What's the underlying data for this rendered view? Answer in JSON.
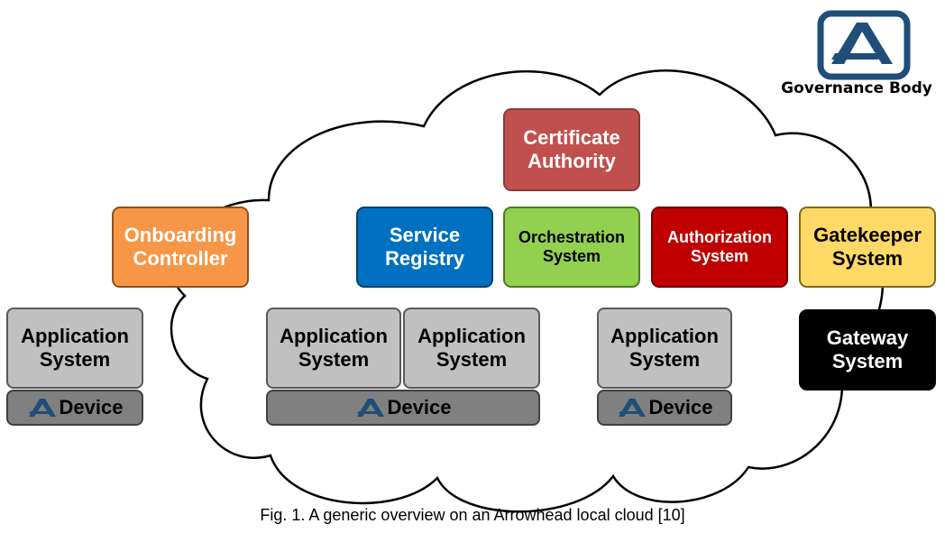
{
  "governance": {
    "label": "Governance Body"
  },
  "boxes": {
    "certificate_authority": "Certificate\nAuthority",
    "service_registry": "Service\nRegistry",
    "orchestration_system": "Orchestration\nSystem",
    "authorization_system": "Authorization\nSystem",
    "gatekeeper_system": "Gatekeeper\nSystem",
    "gateway_system": "Gateway\nSystem",
    "onboarding_controller": "Onboarding\nController"
  },
  "application_system_label": "Application\nSystem",
  "device_label": "Device",
  "caption": "Fig. 1. A generic overview on an Arrowhead local cloud [10]",
  "colors": {
    "certificate_authority": "#c0504d",
    "service_registry": "#0070c0",
    "orchestration_system": "#92d050",
    "authorization_system": "#c00000",
    "gatekeeper_system": "#ffd966",
    "gateway_system": "#000000",
    "onboarding_controller": "#f79646",
    "application_system": "#c0c0c0",
    "device": "#808080",
    "logo": "#1f4e79"
  }
}
